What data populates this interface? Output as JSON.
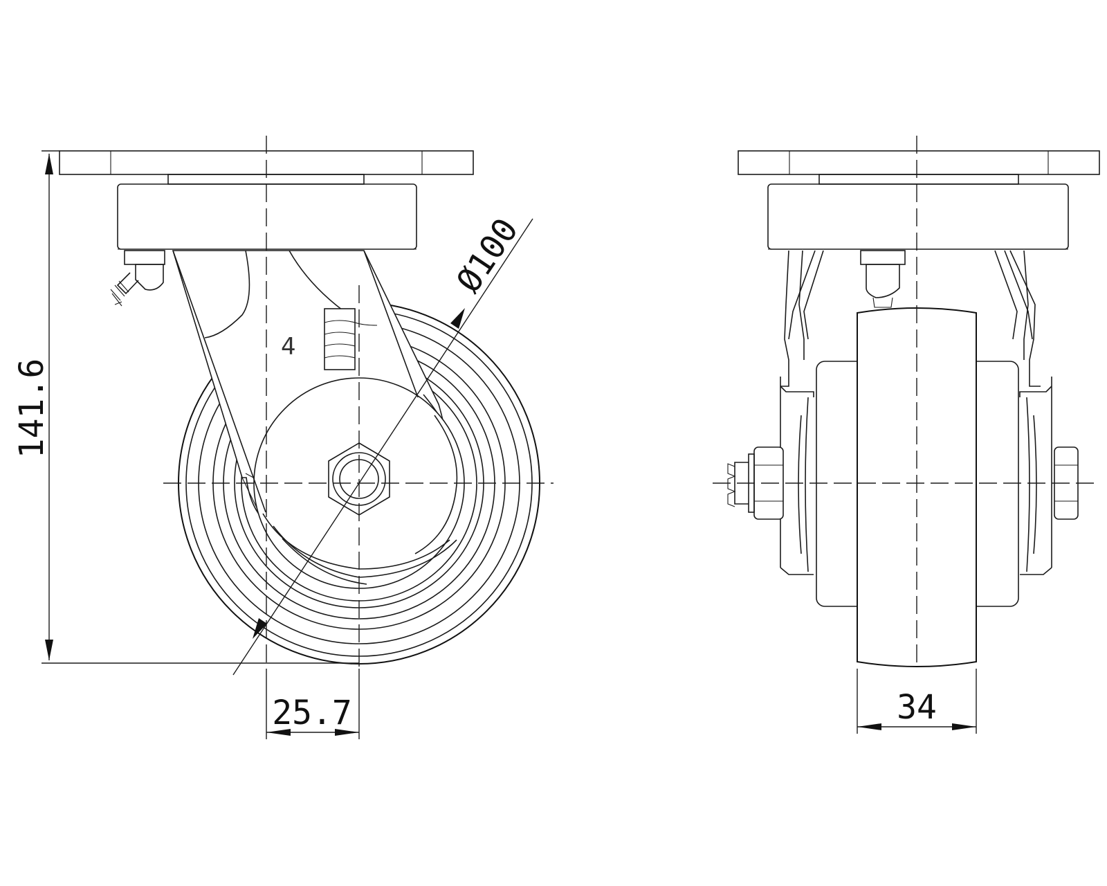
{
  "dimensions": {
    "height": "141.6",
    "diameter": "Ø100",
    "offset": "25.7",
    "width": "34"
  },
  "annotations": {
    "callout": "4"
  },
  "colors": {
    "line": "#1a1a1a",
    "background": "#ffffff"
  }
}
